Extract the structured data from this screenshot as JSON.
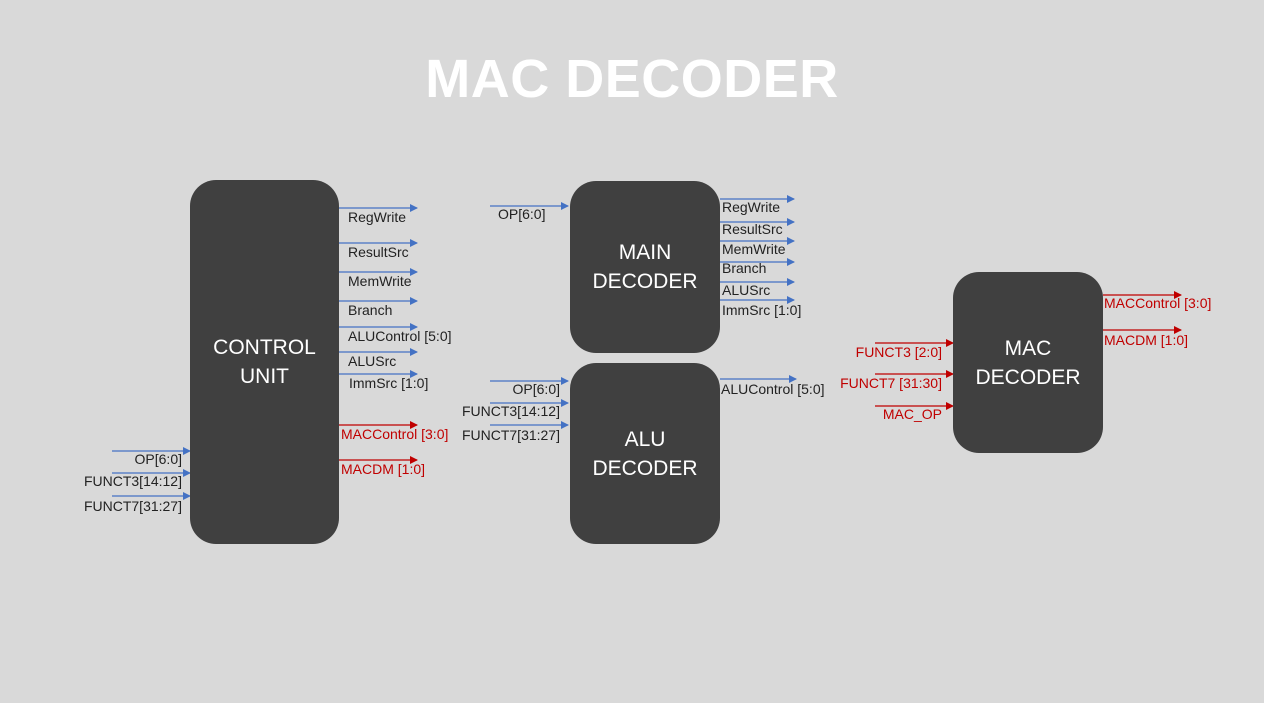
{
  "title": "MAC DECODER",
  "colors": {
    "background": "#d9d9d9",
    "block": "#404040",
    "wire_blue": "#4472c4",
    "wire_red": "#c00000",
    "title": "#ffffff"
  },
  "control_unit": {
    "line1": "CONTROL",
    "line2": "UNIT",
    "inputs": [
      "OP[6:0]",
      "FUNCT3[14:12]",
      "FUNCT7[31:27]"
    ],
    "outputs": [
      "RegWrite",
      "ResultSrc",
      "MemWrite",
      "Branch",
      "ALUControl [5:0]",
      "ALUSrc",
      "ImmSrc [1:0]"
    ],
    "mac_outputs": [
      "MACControl [3:0]",
      "MACDM [1:0]"
    ]
  },
  "main_decoder": {
    "line1": "MAIN",
    "line2": "DECODER",
    "inputs": [
      "OP[6:0]"
    ],
    "outputs": [
      "RegWrite",
      "ResultSrc",
      "MemWrite",
      "Branch",
      "ALUSrc",
      "ImmSrc [1:0]"
    ]
  },
  "alu_decoder": {
    "line1": "ALU",
    "line2": "DECODER",
    "inputs": [
      "OP[6:0]",
      "FUNCT3[14:12]",
      "FUNCT7[31:27]"
    ],
    "outputs": [
      "ALUControl [5:0]"
    ]
  },
  "mac_decoder": {
    "line1": "MAC",
    "line2": "DECODER",
    "inputs": [
      "FUNCT3 [2:0]",
      "FUNCT7 [31:30]",
      "MAC_OP"
    ],
    "outputs": [
      "MACControl [3:0]",
      "MACDM [1:0]"
    ]
  }
}
